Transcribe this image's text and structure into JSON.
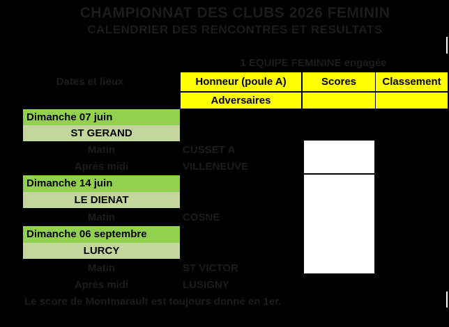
{
  "page": {
    "title": "CHAMPIONNAT DES CLUBS 2026 FEMININ",
    "subtitle": "CALENDRIER DES RENCONTRES ET RESULTATS",
    "team_note": "1 EQUIPE FEMININE engagée",
    "footer_note": "Le score de Montmarault est toujours donné en 1er."
  },
  "table": {
    "left_header": "Dates et lieux",
    "columns": [
      "Honneur (poule A)",
      "Scores",
      "Classement"
    ],
    "subheader": "Adversaires",
    "schedule": [
      {
        "date": "Dimanche 07 juin",
        "venue": "ST GERAND",
        "matches": [
          {
            "period": "Matin",
            "opponent": "CUSSET A"
          },
          {
            "period": "Après midi",
            "opponent": "VILLENEUVE"
          }
        ]
      },
      {
        "date": "Dimanche 14 juin",
        "venue": "LE DIENAT",
        "matches": [
          {
            "period": "Matin",
            "opponent": "COSNE"
          }
        ]
      },
      {
        "date": "Dimanche 06 septembre",
        "venue": "LURCY",
        "matches": [
          {
            "period": "Matin",
            "opponent": "ST VICTOR"
          },
          {
            "period": "Après midi",
            "opponent": "LUSIGNY"
          }
        ]
      }
    ]
  },
  "colors": {
    "background": "#000000",
    "header_bg": "#FFFF00",
    "date_bg": "#92D050",
    "venue_bg": "#C3D69B",
    "score_bg": "#FFFFFF",
    "faint_text": "#1C1C1C"
  }
}
